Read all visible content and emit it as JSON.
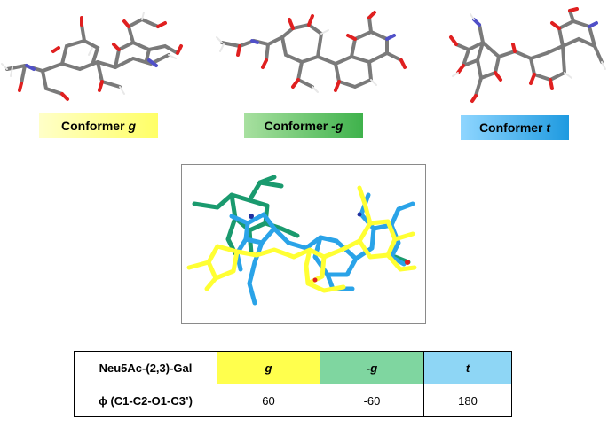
{
  "labels": {
    "g": {
      "prefix": "Conformer ",
      "italic": "g"
    },
    "mg": {
      "prefix": "Conformer ",
      "italic": "-g"
    },
    "t": {
      "prefix": "Conformer ",
      "italic": "t"
    }
  },
  "colors": {
    "stick": "#7a7a7a",
    "oxygen": "#e02020",
    "nitrogen": "#5050c8",
    "hydrogen": "#ffffff",
    "yellow": "#ffff33",
    "green": "#1a9a6e",
    "blue": "#2aa3e8"
  },
  "table": {
    "header": [
      "Neu5Ac-(2,3)-Gal",
      "g",
      "-g",
      "t"
    ],
    "row": [
      "ϕ (C1-C2-O1-C3’)",
      "60",
      "-60",
      "180"
    ]
  }
}
